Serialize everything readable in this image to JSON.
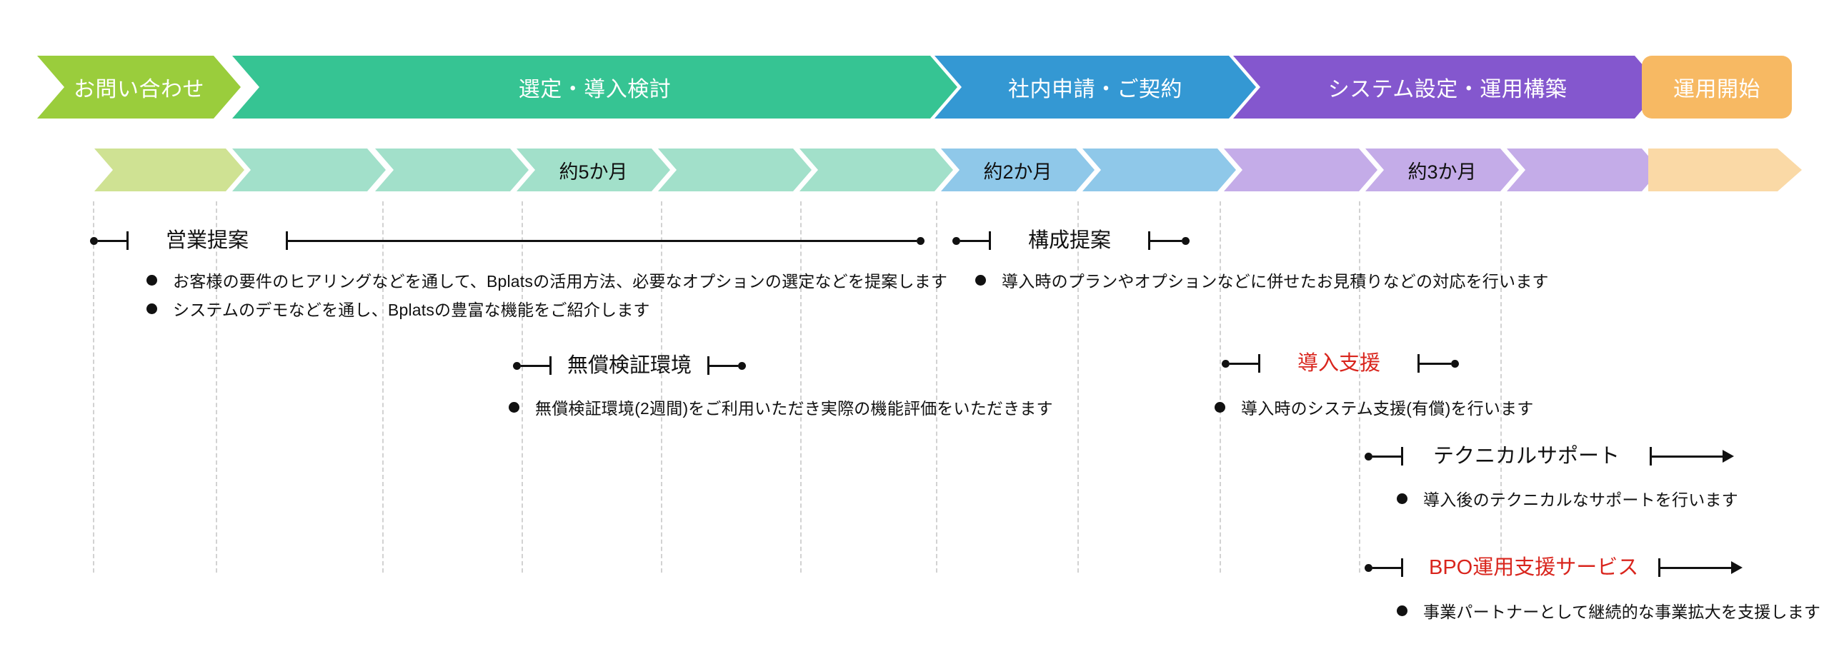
{
  "diagram": {
    "title_semantic": "bplats-onboarding-timeline",
    "colors": {
      "phase_inquiry": "#9ACD3C",
      "phase_selection": "#36C493",
      "phase_contract": "#3498D3",
      "phase_setup": "#8457CE",
      "phase_launch": "#F7B963",
      "duration_inquiry": "#CFE293",
      "duration_selection": "#A2E0CA",
      "duration_contract": "#8FC8E9",
      "duration_setup": "#C4ACE8",
      "duration_launch": "#FAD9A6",
      "gridline": "#D2D2D2",
      "text_dark": "#111111",
      "text_red": "#D9251D",
      "text_light": "#FFFFFF"
    },
    "phases": [
      {
        "id": "inquiry",
        "label": "お問い合わせ"
      },
      {
        "id": "selection",
        "label": "選定・導入検討"
      },
      {
        "id": "contract",
        "label": "社内申請・ご契約"
      },
      {
        "id": "setup",
        "label": "システム設定・運用構築"
      },
      {
        "id": "launch",
        "label": "運用開始"
      }
    ],
    "durations": [
      {
        "id": "dur-inquiry",
        "label": ""
      },
      {
        "id": "dur-sel-1",
        "label": ""
      },
      {
        "id": "dur-sel-2",
        "label": ""
      },
      {
        "id": "dur-sel-3",
        "label": "約5か月"
      },
      {
        "id": "dur-sel-4",
        "label": ""
      },
      {
        "id": "dur-sel-5",
        "label": ""
      },
      {
        "id": "dur-contract-1",
        "label": "約2か月"
      },
      {
        "id": "dur-contract-2",
        "label": ""
      },
      {
        "id": "dur-setup-1",
        "label": ""
      },
      {
        "id": "dur-setup-2",
        "label": "約3か月"
      },
      {
        "id": "dur-setup-3",
        "label": ""
      },
      {
        "id": "dur-launch",
        "label": ""
      }
    ],
    "tasks": [
      {
        "id": "sales-proposal",
        "label": "営業提案",
        "label_color": "dark",
        "end_style": "cap",
        "bullets": [
          "お客様の要件のヒアリングなどを通して、Bplatsの活用方法、必要なオプションの選定などを提案します",
          "システムのデモなどを通し、Bplatsの豊富な機能をご紹介します"
        ]
      },
      {
        "id": "configuration-proposal",
        "label": "構成提案",
        "label_color": "dark",
        "end_style": "dot",
        "bullets": [
          "導入時のプランやオプションなどに併せたお見積りなどの対応を行います"
        ]
      },
      {
        "id": "free-trial-environment",
        "label": "無償検証環境",
        "label_color": "dark",
        "end_style": "dot",
        "bullets": [
          "無償検証環境(2週間)をご利用いただき実際の機能評価をいただきます"
        ]
      },
      {
        "id": "implementation-support",
        "label": "導入支援",
        "label_color": "red",
        "end_style": "dot",
        "bullets": [
          "導入時のシステム支援(有償)を行います"
        ]
      },
      {
        "id": "technical-support",
        "label": "テクニカルサポート",
        "label_color": "dark",
        "end_style": "arrow",
        "bullets": [
          "導入後のテクニカルなサポートを行います"
        ]
      },
      {
        "id": "bpo-operation-support",
        "label": "BPO運用支援サービス",
        "label_color": "red",
        "end_style": "arrow",
        "bullets": [
          "事業パートナーとして継続的な事業拡大を支援します"
        ]
      }
    ]
  }
}
